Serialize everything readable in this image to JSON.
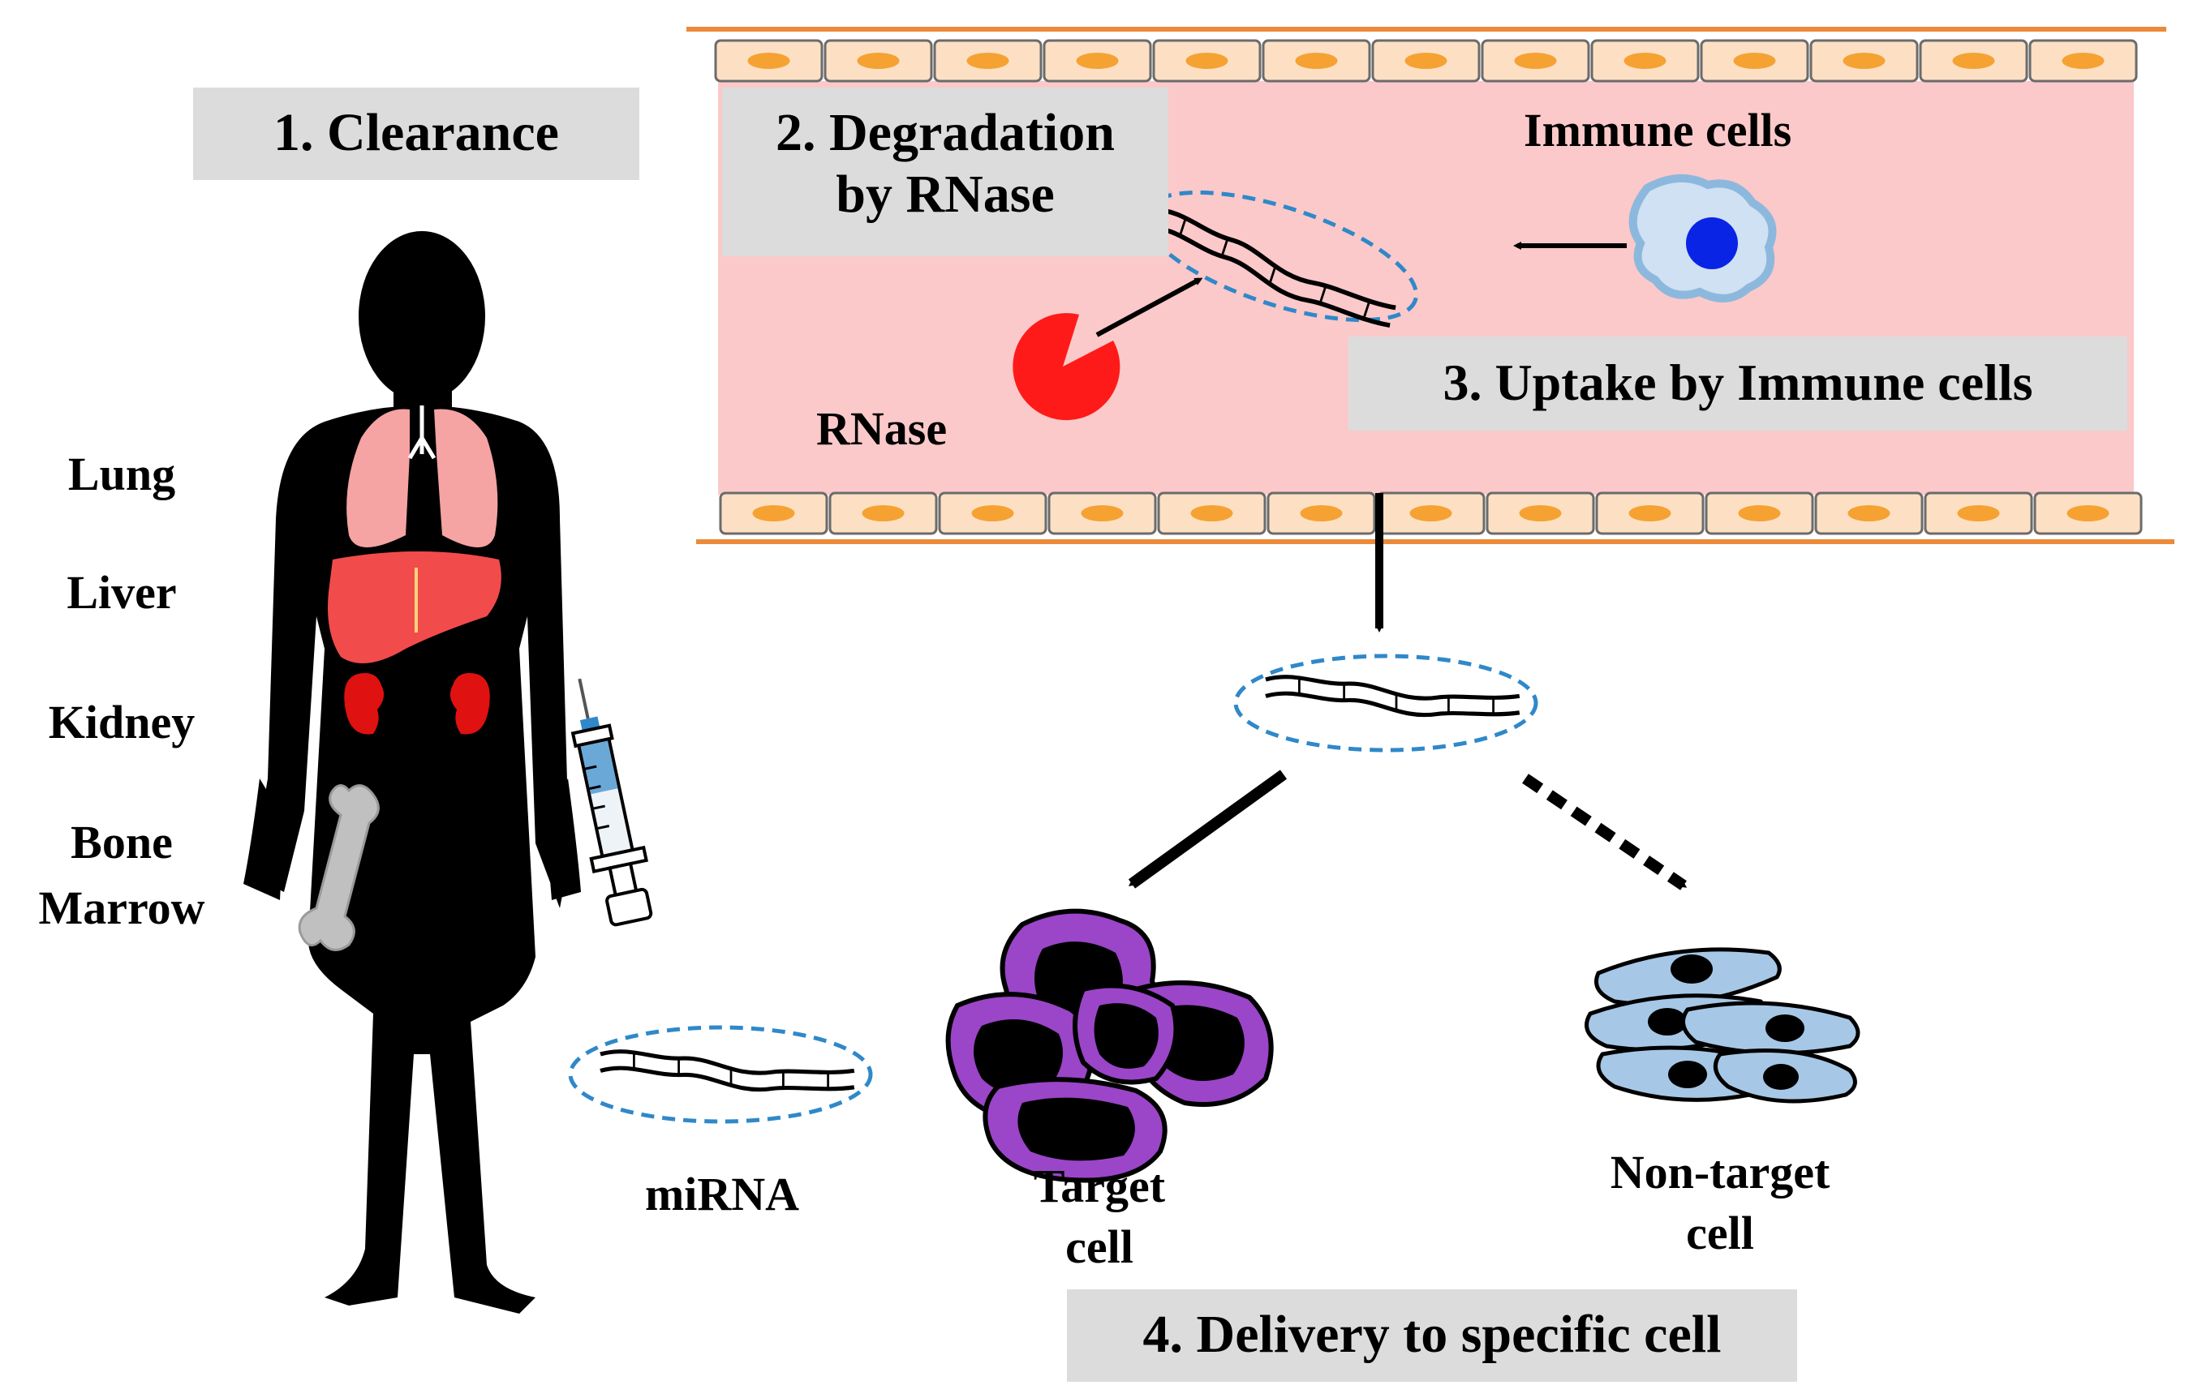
{
  "colors": {
    "vessel_lumen": "#fbc9c9",
    "vessel_border": "#ec8a3a",
    "endothelial_cell": "#fde0c4",
    "endothelial_nucleus": "#f5a233",
    "carrier_outline": "#2f88c9",
    "rnase": "#ff1a1a",
    "immune_cell_fill": "#cfe1f2",
    "immune_cell_outline": "#8db8dd",
    "immune_nucleus": "#0a24e6",
    "target_cell": "#9b45c8",
    "non_target_cell": "#a7c7e6",
    "label_box": "#dcdcdc",
    "lung": "#f5a3a3",
    "liver": "#f24b4b",
    "kidney": "#e01111",
    "bone": "#c0c0c0"
  },
  "steps": {
    "clearance": "1. Clearance",
    "degradation_line1": "2. Degradation",
    "degradation_line2": "by RNase",
    "uptake": "3. Uptake by Immune cells",
    "delivery": "4. Delivery to specific cell"
  },
  "organs": {
    "lung": "Lung",
    "liver": "Liver",
    "kidney": "Kidney",
    "bone_line1": "Bone",
    "bone_line2": "Marrow"
  },
  "labels": {
    "immune_cells": "Immune cells",
    "rnase": "RNase",
    "mirna": "miRNA",
    "target_line1": "Target",
    "target_line2": "cell",
    "non_target_line1": "Non-target",
    "non_target_line2": "cell"
  },
  "icons": {
    "body": "human-silhouette-icon",
    "syringe": "syringe-icon",
    "rnase": "rnase-pacman-icon",
    "immune": "immune-cell-icon",
    "mirna": "mirna-duplex-icon"
  }
}
